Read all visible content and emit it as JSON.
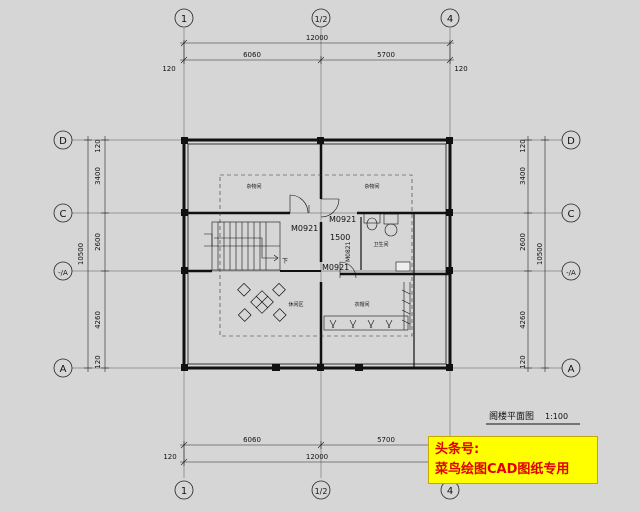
{
  "axes": {
    "vertical": [
      "1",
      "1/2",
      "4"
    ],
    "horizontal": [
      "D",
      "C",
      "-/A",
      "A"
    ]
  },
  "dims": {
    "top_total": "12000",
    "top_left": "6060",
    "top_right": "5700",
    "bottom_total": "12000",
    "bottom_left": "6060",
    "bottom_right": "5700",
    "edge": "120",
    "side_total": "10500",
    "side_seg1": "3400",
    "side_seg2": "2600",
    "side_seg3": "4260",
    "side_edge": "120"
  },
  "rooms": {
    "storage_left": "杂物间",
    "storage_right": "杂物间",
    "bathroom": "卫生间",
    "leisure": "休闲区",
    "clothes_drying": "衣帽间"
  },
  "tags": {
    "door1": "M0921",
    "door2": "M0921",
    "door3": "M0921",
    "door4": "M0821",
    "gap": "1500",
    "stair_down": "下"
  },
  "drawing_title": "阁楼平面图",
  "scale": "1:100",
  "watermark": {
    "line1": "头条号:",
    "line2": "菜鸟绘图CAD图纸专用"
  }
}
